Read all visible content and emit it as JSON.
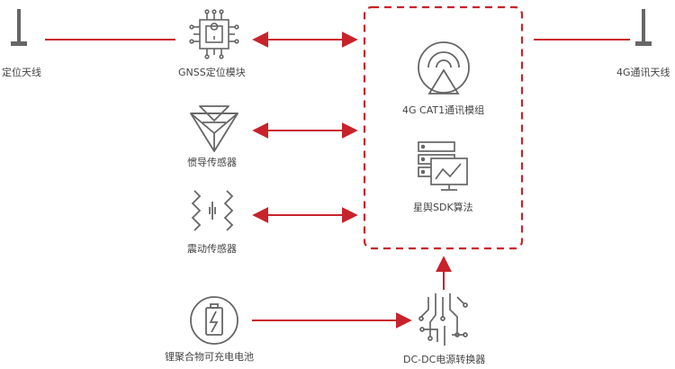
{
  "colors": {
    "accent": "#c8232b",
    "icon": "#666666"
  },
  "nodes": {
    "left_antenna": {
      "label": "定位天线",
      "icon": "antenna-icon"
    },
    "gnss": {
      "label": "GNSS定位模块",
      "icon": "chip-icon"
    },
    "inertial": {
      "label": "惯导传感器",
      "icon": "gyroscope-icon"
    },
    "vibration": {
      "label": "震动传感器",
      "icon": "vibration-icon"
    },
    "battery": {
      "label": "锂聚合物可充电电池",
      "icon": "battery-icon"
    },
    "dcdc": {
      "label": "DC-DC电源转换器",
      "icon": "circuit-icon"
    },
    "cat1": {
      "label": "4G CAT1通讯模组",
      "icon": "signal-icon"
    },
    "sdk": {
      "label": "星舆SDK算法",
      "icon": "server-chart-icon"
    },
    "right_antenna": {
      "label": "4G通讯天线",
      "icon": "antenna-icon"
    }
  }
}
